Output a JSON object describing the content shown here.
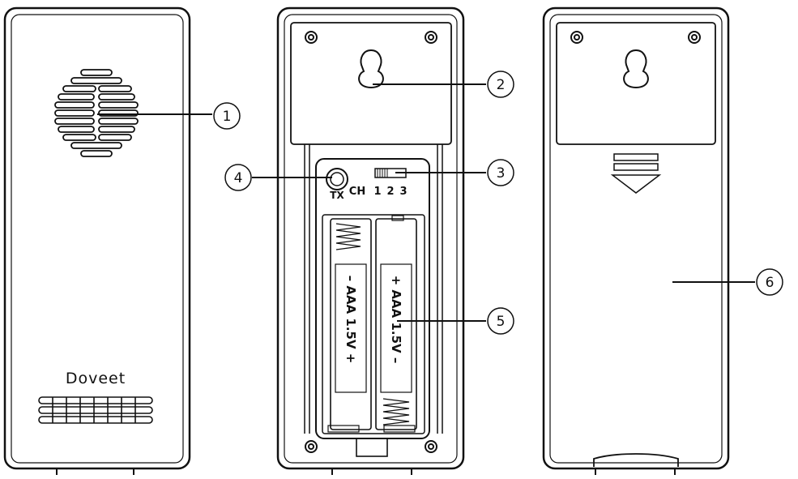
{
  "brand": "Doveet",
  "switch": {
    "ch_label": "CH",
    "ch1": "1",
    "ch2": "2",
    "ch3": "3"
  },
  "jack_label": "TX",
  "battery": {
    "left_text": "– AAA 1.5V +",
    "right_text": "+ AAA 1.5V –"
  },
  "callouts": {
    "c1": "1",
    "c2": "2",
    "c3": "3",
    "c4": "4",
    "c5": "5",
    "c6": "6"
  },
  "colors": {
    "stroke": "#111111",
    "fill": "#ffffff"
  }
}
